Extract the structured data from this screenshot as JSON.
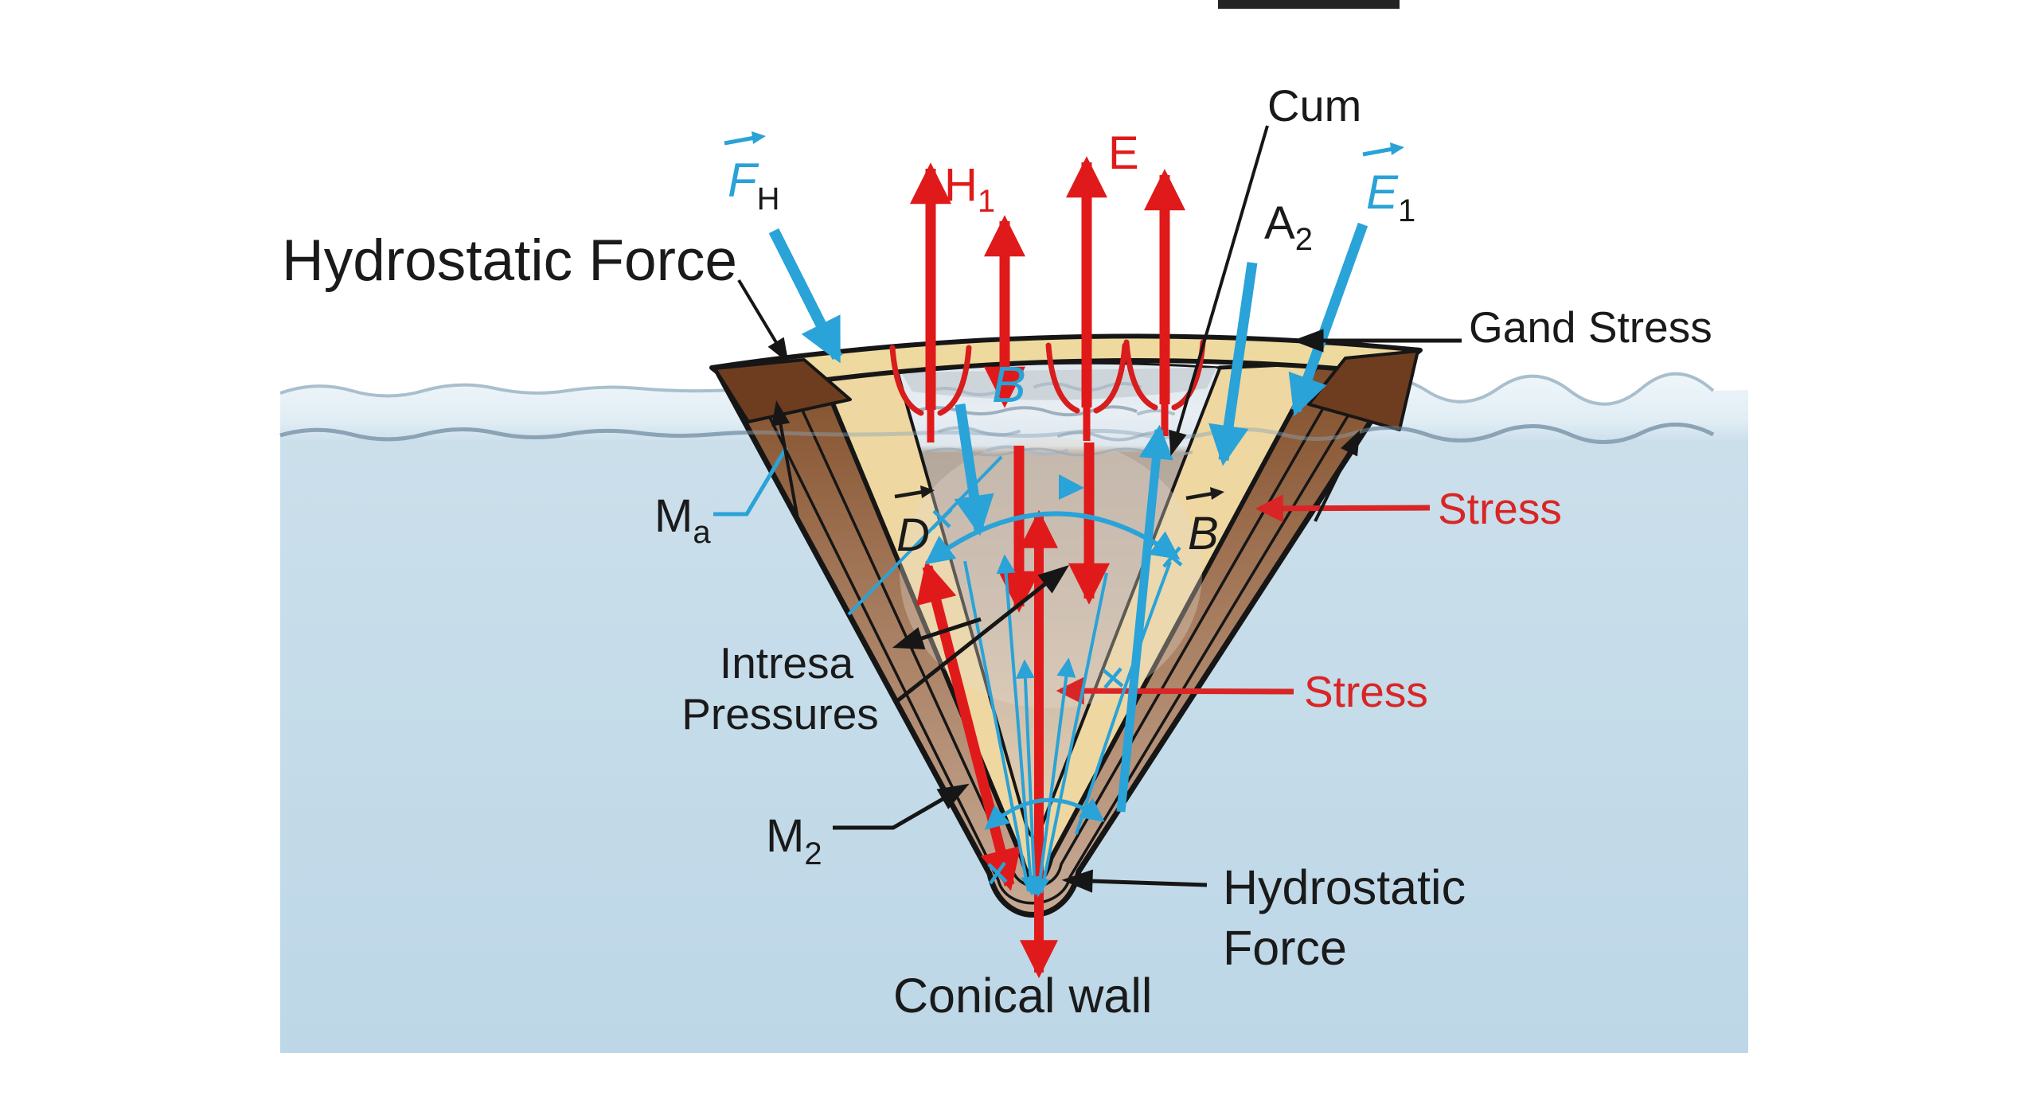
{
  "labels": {
    "hydrostatic_force_top": "Hydrostatic Force",
    "f_h": {
      "main": "F",
      "sub": "H"
    },
    "h_1": {
      "main": "H",
      "sub": "1"
    },
    "e_top": "E",
    "cum": "Cum",
    "a_2": {
      "main": "A",
      "sub": "2"
    },
    "e_1": {
      "main": "E",
      "sub": "1"
    },
    "gand_stress": "Gand Stress",
    "b_inner_water": "B",
    "m_a": {
      "main": "M",
      "sub": "a"
    },
    "d_vector": "D",
    "b_vector": "B",
    "stress_upper": "Stress",
    "stress_lower": "Stress",
    "internal_pressures": {
      "line1": "Intresa",
      "line2": "Pressures"
    },
    "m_2": {
      "main": "M",
      "sub": "2"
    },
    "hydrostatic_force_bottom": {
      "line1": "Hydrostatic",
      "line2": "Force"
    },
    "conical_wall": "Conical wall"
  },
  "colors": {
    "arrow_red": "#e01a1a",
    "arrow_blue": "#29a3d8",
    "annotation_black": "#161616",
    "water_blue": "#c6dcea",
    "wall_brown": "#99663f",
    "wall_dark_brown": "#6e3d1f",
    "wall_tan": "#eed7a0",
    "interior_gray": "#c0b2a6",
    "label_red": "#d92525",
    "label_blue": "#2aa2d6",
    "label_black": "#1a1a1a"
  }
}
